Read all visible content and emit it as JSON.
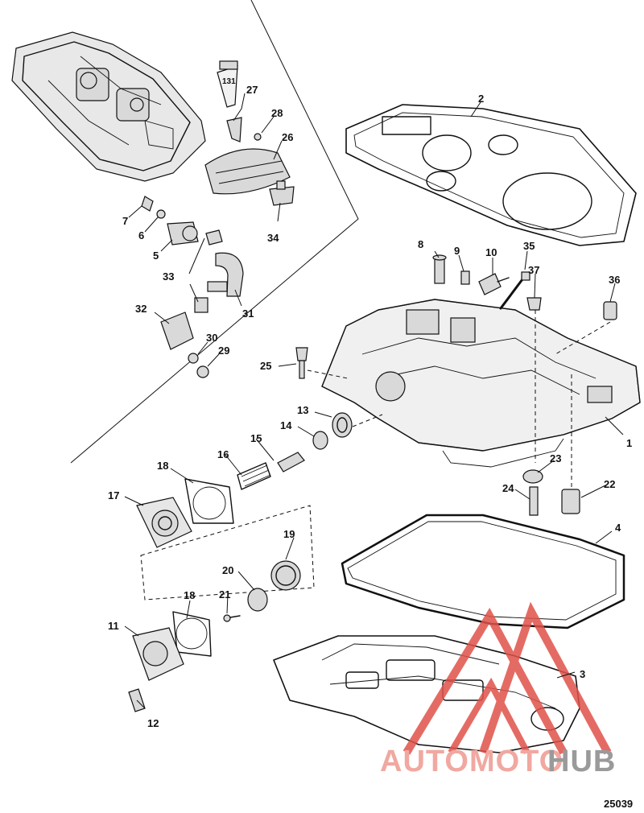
{
  "figure_number": "25039",
  "watermark": {
    "text_a": "AUTOMOTO",
    "text_b": "HUB",
    "color_a": "#f0a8a0",
    "color_b": "#9a9a9a",
    "logo_color": "#e0524a"
  },
  "tube_label": "131",
  "callouts": {
    "c1": "1",
    "c2": "2",
    "c3": "3",
    "c4": "4",
    "c5": "5",
    "c6": "6",
    "c7": "7",
    "c8": "8",
    "c9": "9",
    "c10": "10",
    "c11": "11",
    "c12": "12",
    "c13": "13",
    "c14": "14",
    "c15": "15",
    "c16": "16",
    "c17": "17",
    "c18a": "18",
    "c18b": "18",
    "c19": "19",
    "c20": "20",
    "c21": "21",
    "c22": "22",
    "c23": "23",
    "c24": "24",
    "c25": "25",
    "c26": "26",
    "c27": "27",
    "c28": "28",
    "c29": "29",
    "c30": "30",
    "c31": "31",
    "c32": "32",
    "c33": "33",
    "c34": "34",
    "c35": "35",
    "c36": "36",
    "c37": "37"
  }
}
